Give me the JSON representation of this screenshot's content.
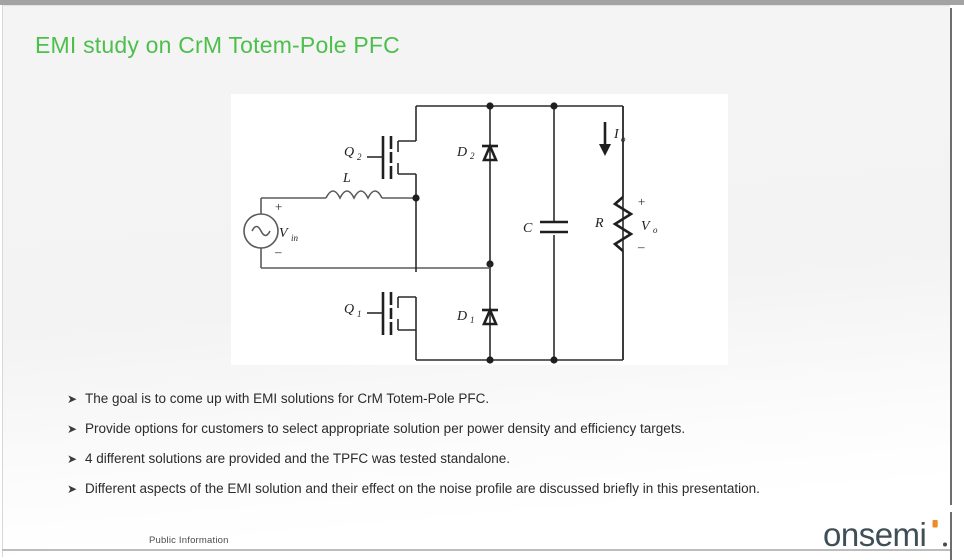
{
  "slide": {
    "title": "EMI study on CrM Totem-Pole PFC",
    "footer_note": "Public Information",
    "brand": "onsemi",
    "accent_green": "#4dbf4d",
    "brand_dark": "#3f4f57",
    "brand_orange": "#f08a24"
  },
  "bullets": {
    "marker": "➤",
    "items": [
      "The goal is to come up with EMI solutions for CrM Totem-Pole PFC.",
      "Provide options for customers to select appropriate solution per power density and efficiency targets.",
      "4 different solutions are provided and the TPFC was tested standalone.",
      "Different aspects of the EMI solution and their effect on the noise profile are discussed briefly in this presentation."
    ]
  },
  "figure": {
    "caption": "",
    "labels": {
      "source": "V",
      "source_sub": "in",
      "source_plus": "+",
      "source_minus": "−",
      "inductor": "L",
      "q_top": "Q",
      "q_top_sub": "2",
      "q_bottom": "Q",
      "q_bottom_sub": "1",
      "d_top": "D",
      "d_top_sub": "2",
      "d_bottom": "D",
      "d_bottom_sub": "1",
      "capacitor": "C",
      "resistor": "R",
      "vout": "V",
      "vout_sub": "o",
      "vout_plus": "+",
      "vout_minus": "−",
      "iout": "I",
      "iout_sub": "o"
    }
  }
}
